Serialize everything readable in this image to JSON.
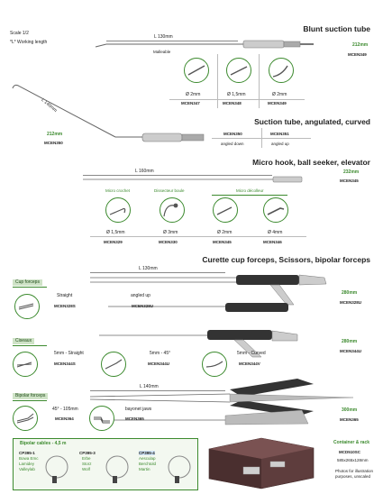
{
  "scale": "Scale 1/2",
  "working_length_note": "*L* Working length",
  "blunt": {
    "title": "Blunt suction tube",
    "length": "L 130mm",
    "malleable": "Malleable",
    "total": "212mm",
    "code": "MCEN349",
    "variants": [
      {
        "size": "Ø 2mm",
        "code": "MCEN347"
      },
      {
        "size": "Ø 1,5mm",
        "code": "MCEN348"
      },
      {
        "size": "Ø 2mm",
        "code": "MCEN349"
      }
    ]
  },
  "suction": {
    "title": "Suction tube, angulated, curved",
    "length": "L 140mm",
    "total": "212mm",
    "code": "MCEN350",
    "codes": [
      "MCEN350",
      "MCEN351"
    ],
    "labels": [
      "angled down",
      "angled up"
    ]
  },
  "micro": {
    "title": "Micro hook, ball seeker, elevator",
    "length": "L 160mm",
    "total": "232mm",
    "code": "MCEN345",
    "labels": [
      "Micro crochet",
      "Dissecteur boule",
      "Micro décolleur"
    ],
    "variants": [
      {
        "size": "Ø 1,5mm",
        "code": "MCEN329"
      },
      {
        "size": "Ø 3mm",
        "code": "MCEN330"
      },
      {
        "size": "Ø 2mm",
        "code": "MCEN345"
      },
      {
        "size": "Ø 4mm",
        "code": "MCEN346"
      }
    ]
  },
  "curette": {
    "title": "Curette cup forceps, Scissors, bipolar forceps",
    "length": "L 130mm",
    "cup": {
      "tag": "Cup forceps",
      "straight": "Straight",
      "straight_code": "MCEN328S",
      "angled": "angled up",
      "angled_code": "MCEN328U",
      "total": "280mm",
      "code": "MCEN328U"
    },
    "scissors": {
      "tag": "Ciseaux",
      "straight": "5mm - Straight",
      "straight_code": "MCEN344S",
      "angle45": "5mm - 45°",
      "angle45_code": "MCEN344U",
      "curved": "5mm - Curved",
      "curved_code": "MCEN344V",
      "total": "280mm",
      "code": "MCEN344U"
    },
    "bipolar": {
      "tag": "Bipolar forceps",
      "length": "L 140mm",
      "a45": "45° - 105mm",
      "a45_code": "MCEN364",
      "bayonet": "bayonet jaws",
      "bayonet_code": "MCEN365",
      "total": "300mm",
      "code": "MCEN365"
    }
  },
  "cables": {
    "title": "Bipolar cables - 4,5 m",
    "items": [
      {
        "code": "CP395-1",
        "brands": [
          "Bowa Emc",
          "Lamidey",
          "Valleylab"
        ]
      },
      {
        "code": "CP395-3",
        "brands": [
          "Erbe",
          "Storz",
          "Wolf"
        ]
      },
      {
        "code": "CP395-4",
        "brands": [
          "Aesculap",
          "Berchtold",
          "Martin"
        ]
      }
    ]
  },
  "container": {
    "title": "Container & rack",
    "code": "MCD510SC",
    "dims": "585x265x128mm",
    "note1": "Photos for illustration",
    "note2": "purposes, unscaled"
  }
}
